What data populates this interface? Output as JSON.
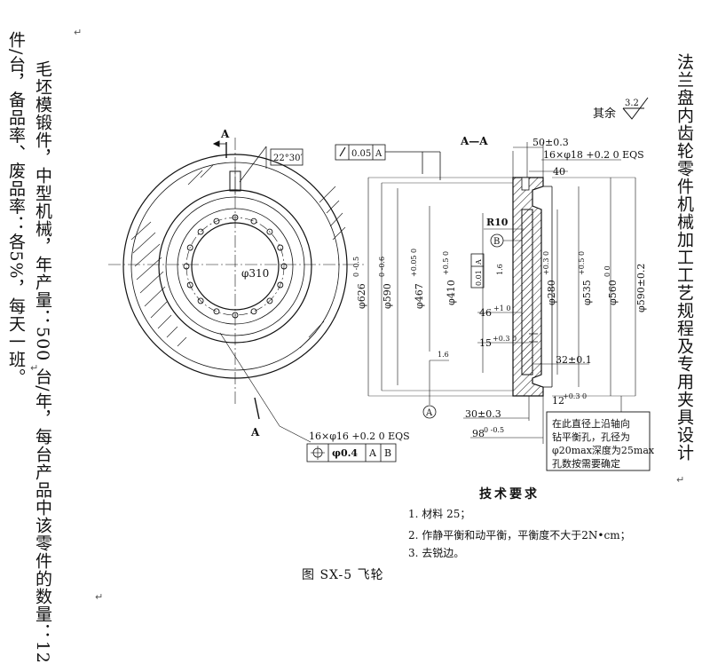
{
  "page": {
    "right_column": "法兰盘内齿轮零件机械加工工艺规程及专用夹具设计",
    "left_column_1": "件/台，备品率、废品率：各5%，每天一班。",
    "left_column_2": "毛坯模锻件，中型机械，年产量：500 台/年，每台产品中该零件的数量：12",
    "return_marks": [
      "↵",
      "↵",
      "↵",
      "↵"
    ]
  },
  "drawing": {
    "roughness_other_label": "其余",
    "roughness_other_value": "3.2",
    "section_mark": "A",
    "section_title": "A—A",
    "angle_label": "22°30′",
    "center_dia": "φ310",
    "runout_tol": "0.05",
    "runout_datum": "A",
    "hole_pattern_1": "16×φ18 +0.2 0 EQS",
    "hole_pattern_2": "16×φ16 +0.2 0 EQS",
    "position_tol": "φ0.4",
    "position_datums": [
      "A",
      "B"
    ],
    "dims": {
      "d50": "50±0.3",
      "d40": "40",
      "r10": "R10",
      "datum_b": "B",
      "datum_a": "A",
      "d626": "φ626",
      "d626_tol": "0 -0.5",
      "d590a": "φ590",
      "d590a_tol": "0 -0.6",
      "d467": "φ467",
      "d467_tol": "+0.05 0",
      "d410": "φ410",
      "d410_tol": "+0.5 0",
      "flat_tol": "0.01",
      "flat_datum": "A",
      "r16": "1.6",
      "d280": "φ280",
      "d280_tol": "+0.3 0",
      "d535": "φ535",
      "d535_tol": "+0.5 0",
      "d560": "φ560",
      "d560_tol": "0 0",
      "d590b": "φ590±0.2",
      "d46": "46",
      "d46_tol": "+1 0",
      "d15": "15",
      "d15_tol": "+0.3 0",
      "d32": "32±0.1",
      "d12": "12",
      "d12_tol": "+0.3 0",
      "d30": "30±0.3",
      "d98": "98",
      "d98_tol": "0 -0.5",
      "r16b": "1.6"
    },
    "note_lines": [
      "在此直径上沿轴向",
      "钻平衡孔，孔径为",
      "φ20max深度为25max",
      "孔数按需要确定"
    ]
  },
  "tech": {
    "title": "技术要求",
    "items": [
      "1. 材料 25；",
      "2. 作静平衡和动平衡，平衡度不大于2N•cm；",
      "3. 去锐边。"
    ]
  },
  "caption": "图 SX-5 飞轮"
}
